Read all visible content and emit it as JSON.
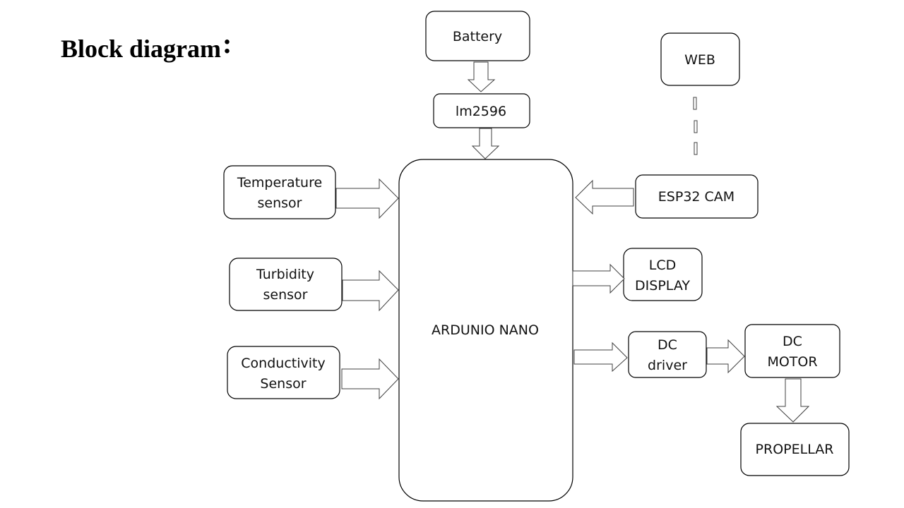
{
  "title": "Block diagram",
  "title_suffix": ":",
  "blocks": {
    "battery": "Battery",
    "regulator": "lm2596",
    "web": "WEB",
    "esp32": "ESP32 CAM",
    "temperature_1": "Temperature",
    "temperature_2": "sensor",
    "turbidity_1": "Turbidity",
    "turbidity_2": "sensor",
    "conductivity_1": "Conductivity",
    "conductivity_2": "Sensor",
    "mcu": "ARDUNIO NANO",
    "lcd_1": "LCD",
    "lcd_2": "DISPLAY",
    "driver_1": "DC",
    "driver_2": "driver",
    "motor_1": "DC",
    "motor_2": "MOTOR",
    "propeller": "PROPELLAR"
  },
  "connections": [
    {
      "from": "Battery",
      "to": "lm2596"
    },
    {
      "from": "lm2596",
      "to": "ARDUNIO NANO"
    },
    {
      "from": "WEB",
      "to": "ESP32 CAM",
      "style": "dashed"
    },
    {
      "from": "ESP32 CAM",
      "to": "ARDUNIO NANO"
    },
    {
      "from": "Temperature sensor",
      "to": "ARDUNIO NANO"
    },
    {
      "from": "Turbidity sensor",
      "to": "ARDUNIO NANO"
    },
    {
      "from": "Conductivity Sensor",
      "to": "ARDUNIO NANO"
    },
    {
      "from": "ARDUNIO NANO",
      "to": "LCD DISPLAY"
    },
    {
      "from": "ARDUNIO NANO",
      "to": "DC driver"
    },
    {
      "from": "DC driver",
      "to": "DC MOTOR"
    },
    {
      "from": "DC MOTOR",
      "to": "PROPELLAR"
    }
  ]
}
